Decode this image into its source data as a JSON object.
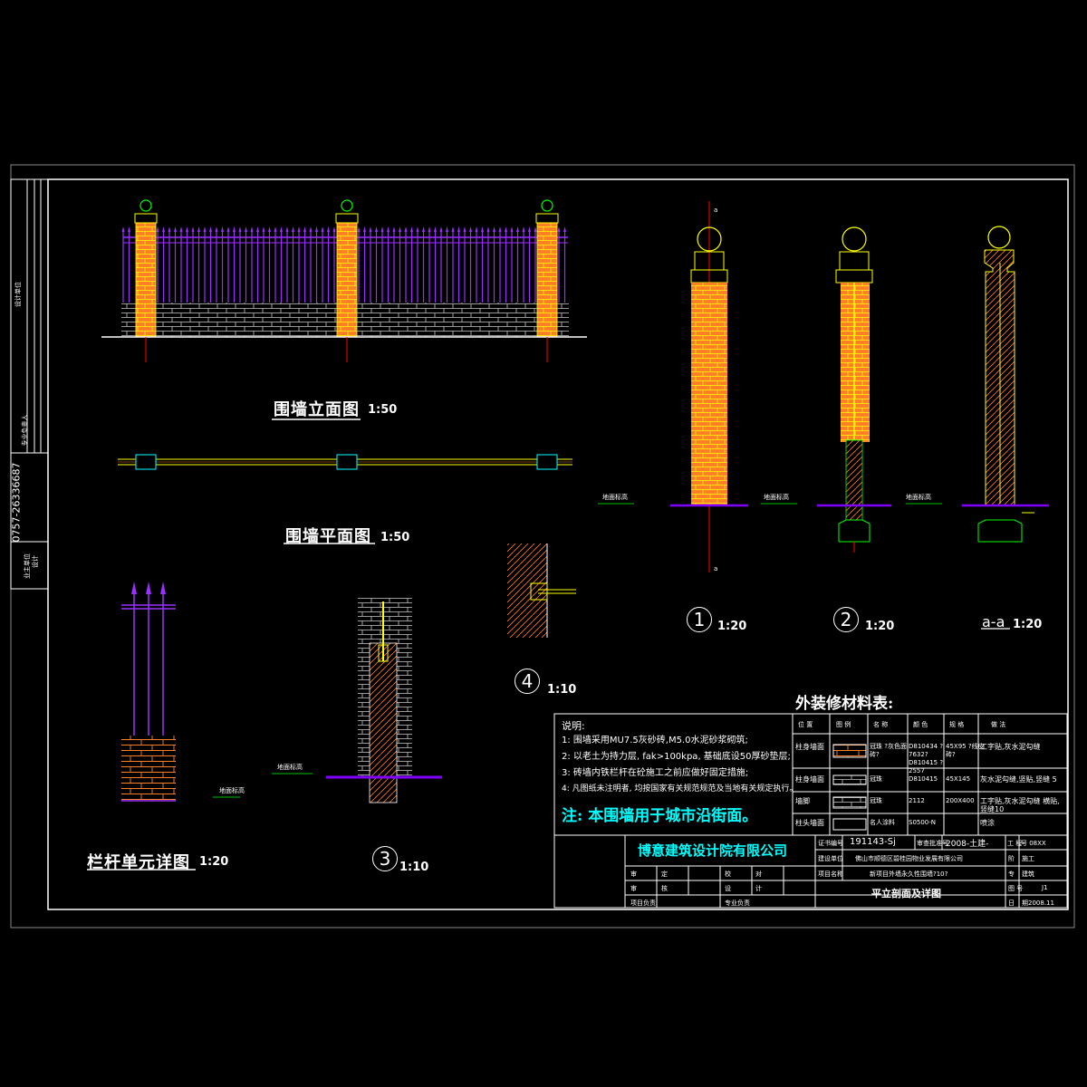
{
  "sidebar": {
    "phone": "0757-26336687",
    "labels": [
      "设计单位",
      "专业负责人",
      "业主单位",
      "设计"
    ]
  },
  "views": {
    "elevation": {
      "title": "围墙立面图",
      "scale": "1:50"
    },
    "plan": {
      "title": "围墙平面图",
      "scale": "1:50"
    },
    "railing": {
      "title": "栏杆单元详图",
      "scale": "1:20"
    },
    "detail1": {
      "num": "1",
      "scale": "1:20"
    },
    "detail2": {
      "num": "2",
      "scale": "1:20"
    },
    "detail3": {
      "num": "3",
      "scale": "1:10"
    },
    "detail4": {
      "num": "4",
      "scale": "1:10"
    },
    "section_aa": {
      "title": "a-a",
      "scale": "1:20"
    }
  },
  "small_labels": {
    "ground1": "地面标高",
    "ground2": "地面标高",
    "ground3": "地面标高",
    "ground4": "地面标高",
    "ground5": "地面标高",
    "section_a_top": "a",
    "section_a_bottom": "a"
  },
  "materials": {
    "title": "外装修材料表:",
    "headers": [
      "位 置",
      "图 例",
      "名 称",
      "颜 色",
      "规 格",
      "做 法"
    ],
    "rows": [
      {
        "pos": "柱身墙面",
        "name": "冠珠 ?灰色面砖?",
        "color": "D810434 ?7632? D810415 ?2557",
        "spec": "45X95 ?线皮砖?",
        "method": "工字贴,灰水泥勾缝"
      },
      {
        "pos": "柱身墙面",
        "name": "冠珠",
        "color": "D810415",
        "spec": "45X145",
        "method": "灰水泥勾缝,竖贴,竖缝 5"
      },
      {
        "pos": "墙脚",
        "name": "冠珠",
        "color": "2112",
        "spec": "200X400",
        "method": "工字贴,灰水泥勾缝 横贴,竖缝10"
      },
      {
        "pos": "柱头墙面",
        "name": "名人涂料",
        "color": "S0500-N",
        "spec": "",
        "method": "喷涂"
      }
    ]
  },
  "notes": {
    "heading": "说明:",
    "items": [
      "1: 围墙采用MU7.5灰砂砖,M5.0水泥砂浆砌筑;",
      "2: 以老土为持力层, fak>100kpa, 基础底设50厚砂垫层;",
      "3: 砖墙内铁栏杆在砼施工之前应做好固定措施;",
      "4: 凡图纸未注明者, 均按国家有关规范规范及当地有关规定执行。"
    ],
    "emphasis": "注: 本围墙用于城市沿街面。"
  },
  "titleblock": {
    "company": "博意建筑设计院有限公司",
    "cert_label": "证书编号",
    "cert_no": "191143-Sj",
    "reg_label": "审查批准号",
    "reg_no": "2008-土建-",
    "project_no_label": "工 程",
    "project_no": "号 08XX",
    "client_label": "建设单位",
    "client": "佛山市顺德区碧桂园物业发展有限公司",
    "project_label": "项目名称",
    "project": "新项目外墙永久性围墙?10?",
    "phase_label": "阶",
    "phase": "施工",
    "spec_label": "专",
    "spec": "建筑",
    "sheet_label": "图 号",
    "sheet": "J1",
    "date_label": "日",
    "date": "期2008.11",
    "drawing_title": "平立剖面及详图",
    "row_labels": [
      "审",
      "定",
      "校",
      "对",
      "审",
      "核",
      "设",
      "计",
      "项目负责",
      "专业负责"
    ]
  },
  "colors": {
    "background": "#000000",
    "frame": "#ffffff",
    "brick": "#ff7f27",
    "mortar": "#ffff00",
    "railing": "#9b30ff",
    "ground": "#7f00ff",
    "axis": "#ff0000",
    "cyan": "#00ffff",
    "green": "#00ff00"
  }
}
